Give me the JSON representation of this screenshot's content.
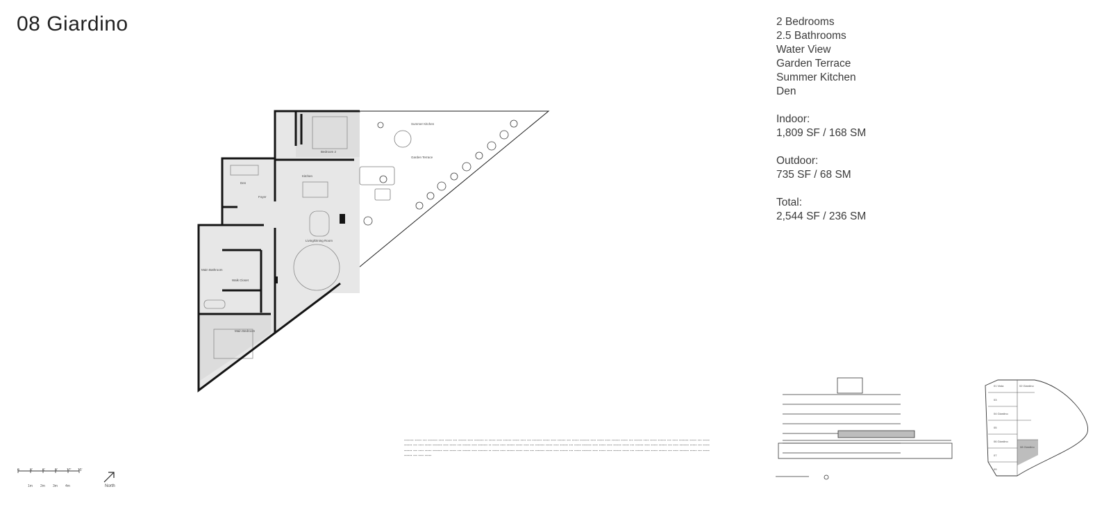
{
  "unit": {
    "title": "08 Giardino"
  },
  "features": [
    "2 Bedrooms",
    "2.5 Bathrooms",
    "Water View",
    "Garden Terrace",
    "Summer Kitchen",
    "Den"
  ],
  "areas": [
    {
      "label": "Indoor:",
      "value": "1,809 SF / 168 SM"
    },
    {
      "label": "Outdoor:",
      "value": "735 SF / 68 SM"
    },
    {
      "label": "Total:",
      "value": "2,544 SF / 236 SM"
    }
  ],
  "rooms": {
    "bedroom2": "Bedroom 2",
    "summer_kitchen": "Summer Kitchen",
    "garden_terrace": "Garden Terrace",
    "den": "Den",
    "kitchen": "Kitchen",
    "foyer": "Foyer",
    "living_dining": "Living/Dining Room",
    "main_bathroom": "Main Bathroom",
    "walk_closet": "Walk Closet",
    "main_bedroom": "Main Bedroom"
  },
  "scale": {
    "feet_ticks": [
      "0",
      "3'",
      "6'",
      "9'",
      "12'",
      "15'"
    ],
    "meter_ticks": [
      "1m",
      "2m",
      "3m",
      "4m"
    ],
    "north_label": "North"
  },
  "keyplan_units": [
    "01 Vista",
    "02 Giardino",
    "03",
    "04 Giardino",
    "05",
    "06 Giardino",
    "07",
    "08 Giardino",
    "09"
  ],
  "colors": {
    "wall": "#141414",
    "floor": "#e7e7e7",
    "terrace": "#ffffff",
    "highlight": "#bdbdbd"
  }
}
